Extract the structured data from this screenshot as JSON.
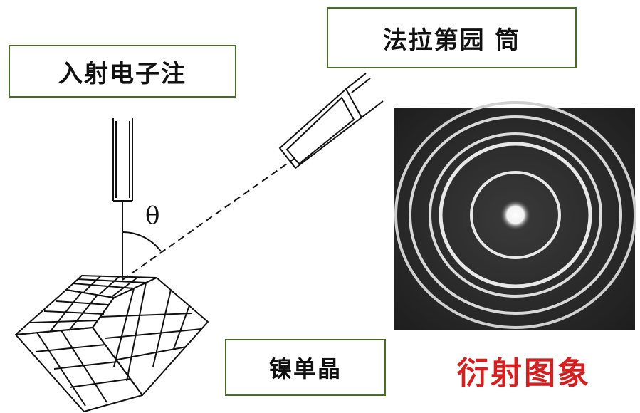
{
  "labels": {
    "incident_beam": "入射电子注",
    "faraday_cup": "法拉第园 筒",
    "nickel_crystal": "镍单晶",
    "diffraction_pattern": "衍射图象",
    "angle": "θ"
  },
  "colors": {
    "box_border": "#4a6b2a",
    "pattern_caption": "#d42020",
    "pattern_background": "#2b2b2b",
    "ring": "#e8e8e8",
    "line": "#111111"
  }
}
